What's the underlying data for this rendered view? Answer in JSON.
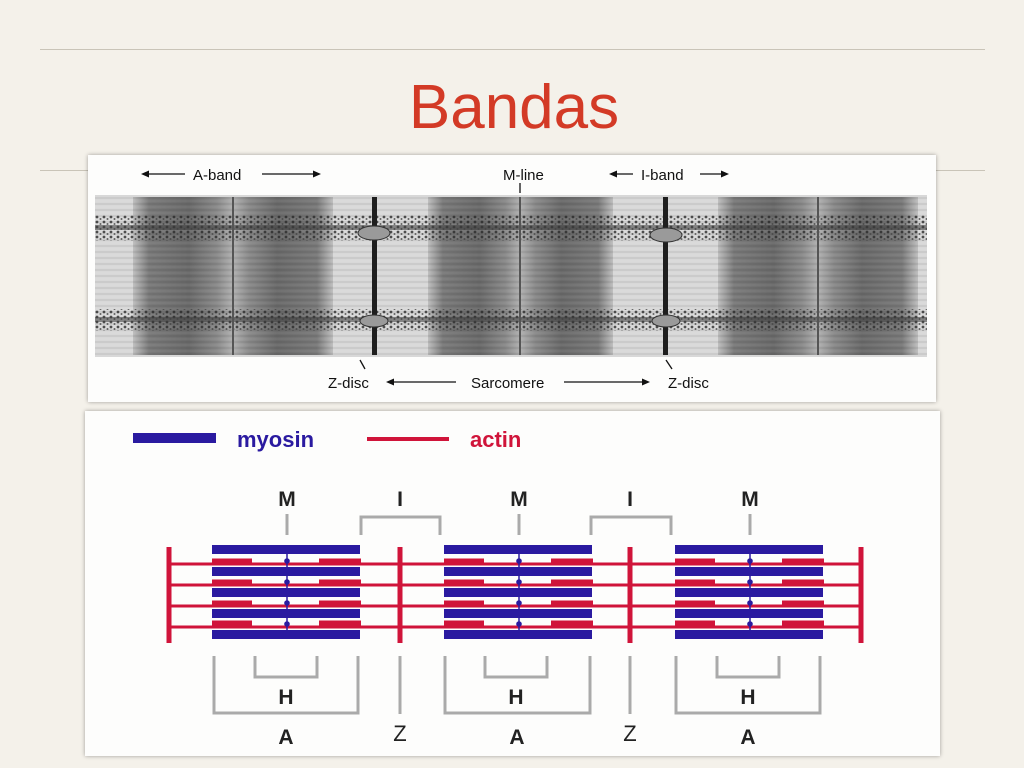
{
  "slide": {
    "title": "Bandas"
  },
  "micrograph": {
    "labels": {
      "a_band": "A-band",
      "m_line": "M-line",
      "i_band": "I-band",
      "z_disc_left": "Z-disc",
      "sarcomere": "Sarcomere",
      "z_disc_right": "Z-disc"
    }
  },
  "schematic": {
    "legend": [
      {
        "label": "myosin",
        "color": "#2a1aa0"
      },
      {
        "label": "actin",
        "color": "#d0143a"
      }
    ],
    "top_labels": [
      "M",
      "I",
      "M",
      "I",
      "M"
    ],
    "bottom_labels": [
      "H",
      "H",
      "H",
      "A",
      "Z",
      "A",
      "Z",
      "A"
    ],
    "colors": {
      "myosin": "#2a1aa0",
      "actin": "#d0143a",
      "bracket": "#aaaaaa",
      "label": "#222222"
    }
  }
}
